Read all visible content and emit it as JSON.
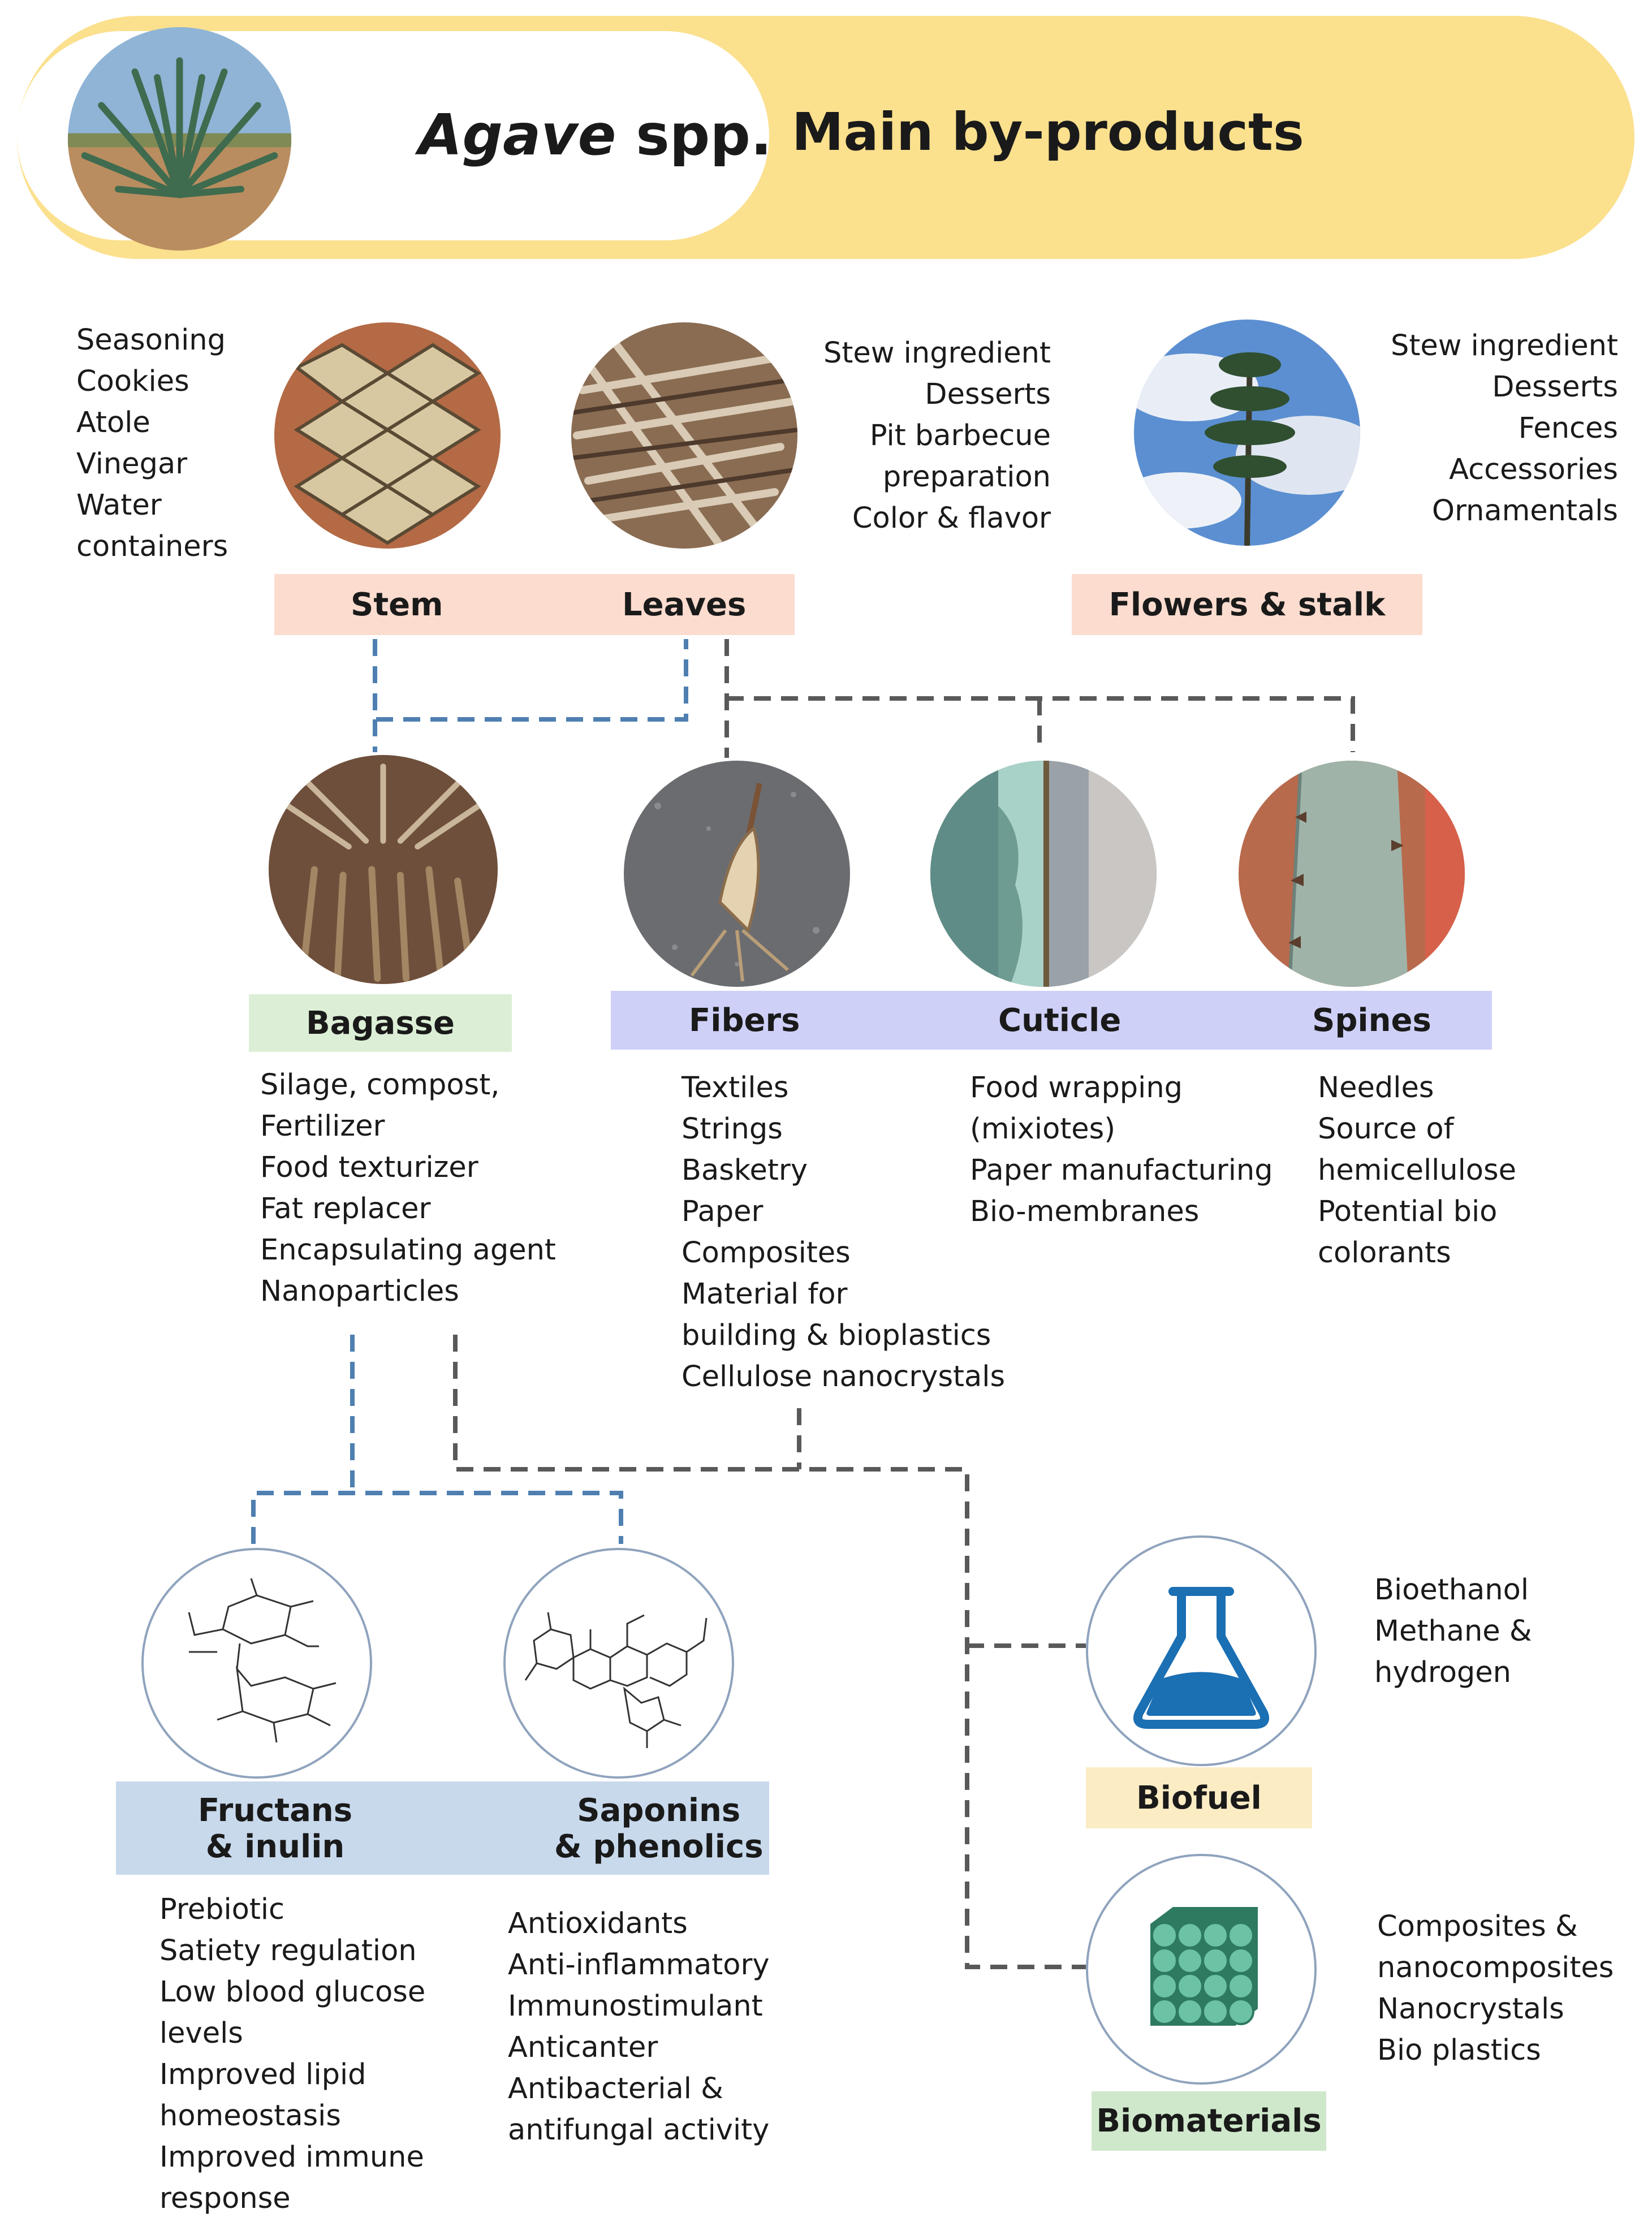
{
  "header": {
    "genus": "Agave",
    "genus_suffix": " spp.",
    "title": "Main by-products",
    "band_color": "#fbe08e"
  },
  "stem_leaves": {
    "uses_left": [
      "Seasoning",
      "Cookies",
      "Atole",
      "Vinegar",
      "Water",
      "containers"
    ],
    "uses_right": [
      "Stew ingredient",
      "Desserts",
      "Pit barbecue",
      "preparation",
      "Color & flavor"
    ],
    "stem_label": "Stem",
    "leaves_label": "Leaves"
  },
  "flowers": {
    "uses": [
      "Stew ingredient",
      "Desserts",
      "Fences",
      "Accessories",
      "Ornamentals"
    ],
    "label": "Flowers & stalk"
  },
  "bagasse": {
    "label": "Bagasse",
    "uses": [
      "Silage, compost,",
      "Fertilizer",
      "Food texturizer",
      "Fat replacer",
      "Encapsulating agent",
      "Nanoparticles"
    ]
  },
  "fibers": {
    "label": "Fibers",
    "uses": [
      "Textiles",
      "Strings",
      "Basketry",
      "Paper",
      "Composites",
      "Material for",
      "building & bioplastics",
      "Cellulose nanocrystals"
    ]
  },
  "cuticle": {
    "label": "Cuticle",
    "uses": [
      "Food wrapping",
      "(mixiotes)",
      "Paper manufacturing",
      "Bio-membranes"
    ]
  },
  "spines": {
    "label": "Spines",
    "uses": [
      "Needles",
      "Source of",
      "hemicellulose",
      "Potential bio",
      "colorants"
    ]
  },
  "fructans": {
    "label_line1": "Fructans",
    "label_line2": "& inulin",
    "uses": [
      "Prebiotic",
      "Satiety regulation",
      "Low blood glucose",
      "levels",
      "Improved lipid",
      "homeostasis",
      "Improved immune",
      "response"
    ]
  },
  "saponins": {
    "label_line1": "Saponins",
    "label_line2": "& phenolics",
    "uses": [
      "Antioxidants",
      "Anti-inflammatory",
      "Immunostimulant",
      "Anticanter",
      "Antibacterial &",
      "antifungal activity"
    ]
  },
  "biofuel": {
    "label": "Biofuel",
    "uses": [
      "Bioethanol",
      "Methane &",
      "hydrogen"
    ]
  },
  "biomaterials": {
    "label": "Biomaterials",
    "uses": [
      "Composites &",
      "nanocomposites",
      "Nanocrystals",
      "Bio plastics"
    ]
  },
  "colors": {
    "connector_blue": "#4e7fb0",
    "connector_dark": "#595959",
    "flask_blue": "#1b6fb3",
    "biomaterial_green": "#3f9a7c"
  }
}
